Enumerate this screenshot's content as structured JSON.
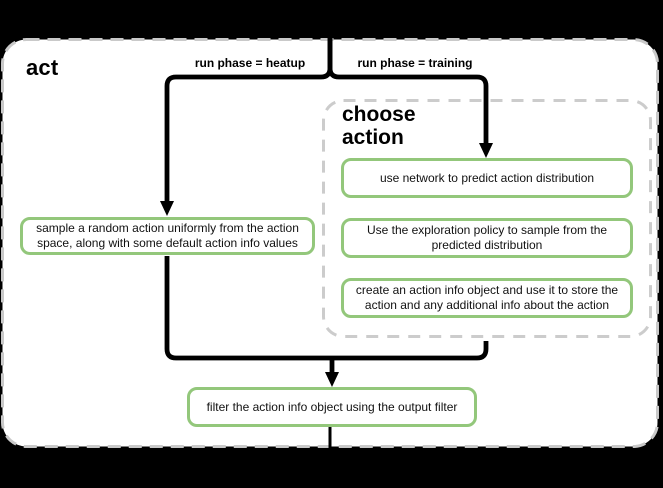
{
  "flowchart": {
    "title": "act",
    "branch_labels": {
      "heatup": "run phase = heatup",
      "training": "run phase = training"
    },
    "nodes": {
      "heatup_action": "sample a random action uniformly from the action space, along with some default action info values",
      "filter": "filter the action info object using the output filter"
    },
    "choose_action_group": {
      "title": "choose action",
      "steps": [
        "use network to predict action distribution",
        "Use the exploration policy to sample from the predicted distribution",
        "create an action info object and use it to store the action and any additional info about the action"
      ]
    },
    "colors": {
      "node_border": "#93c77b",
      "container_border": "#c9c9c9",
      "group_border": "#cccccc",
      "connector": "#000000",
      "canvas_background": "#ffffff",
      "page_background": "#000000"
    }
  }
}
